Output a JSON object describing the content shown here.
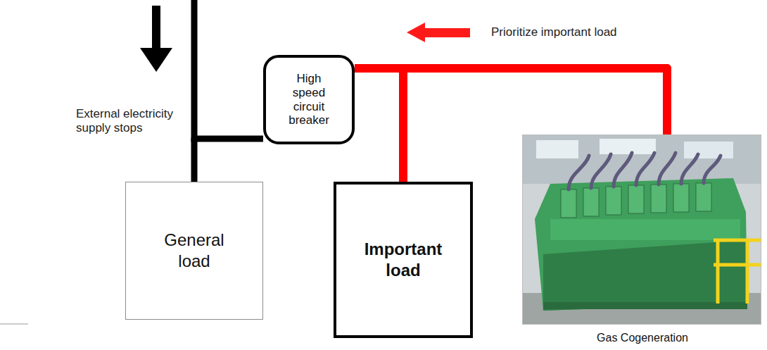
{
  "diagram": {
    "nodes": [
      {
        "text": [
          "High speed circuit breaker"
        ]
      },
      {
        "text": [
          "General load"
        ]
      },
      {
        "text": [
          "Important load"
        ]
      },
      {
        "text": [
          "Gas Cogeneration"
        ]
      }
    ],
    "edges": [
      {
        "from": 3,
        "to": 0,
        "arrow": "none"
      },
      {
        "from": 3,
        "to": 2,
        "arrow": "none"
      },
      {
        "from": 1,
        "to": 0,
        "arrow": "none"
      }
    ],
    "labels": [
      "External electricity supply stops",
      "Prioritize important load"
    ]
  }
}
